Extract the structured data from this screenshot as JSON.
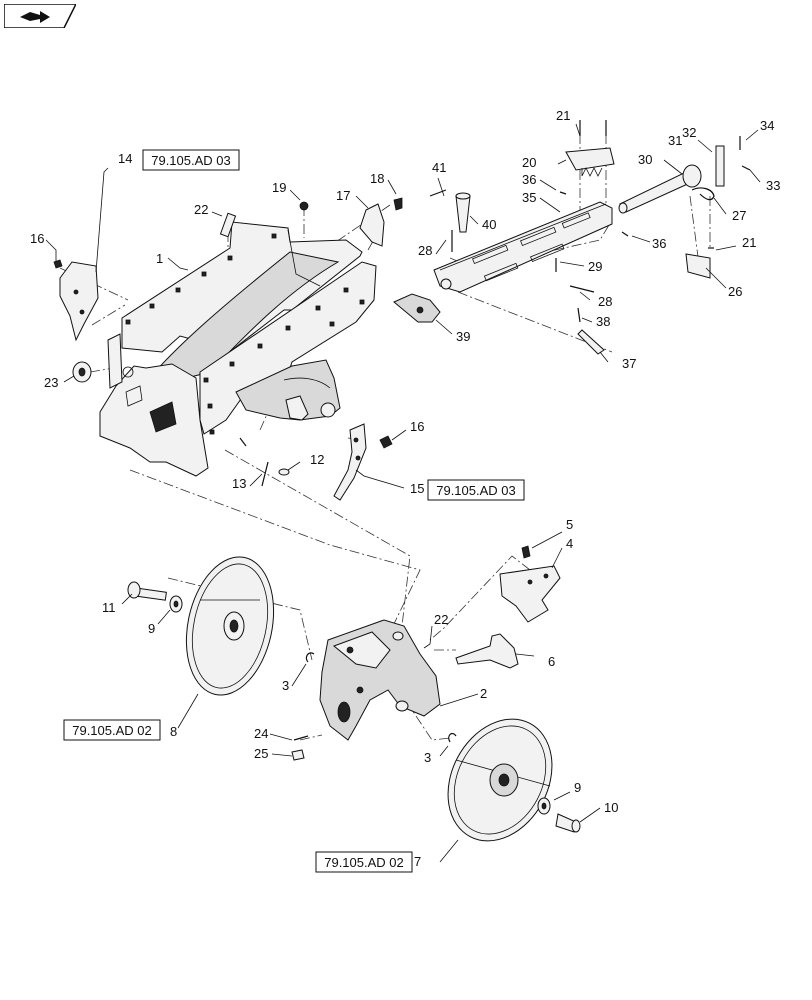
{
  "labels": {
    "l1": "1",
    "l2": "2",
    "l3a": "3",
    "l3b": "3",
    "l4": "4",
    "l5": "5",
    "l6": "6",
    "l7": "7",
    "l8": "8",
    "l9a": "9",
    "l9b": "9",
    "l10": "10",
    "l11": "11",
    "l12": "12",
    "l13": "13",
    "l14": "14",
    "l15": "15",
    "l16a": "16",
    "l16b": "16",
    "l17": "17",
    "l18": "18",
    "l19": "19",
    "l20": "20",
    "l21a": "21",
    "l21b": "21",
    "l22a": "22",
    "l22b": "22",
    "l23": "23",
    "l24": "24",
    "l25": "25",
    "l26": "26",
    "l27": "27",
    "l28a": "28",
    "l28b": "28",
    "l29": "29",
    "l30": "30",
    "l31": "31",
    "l32": "32",
    "l33": "33",
    "l34": "34",
    "l35": "35",
    "l36a": "36",
    "l36b": "36",
    "l37": "37",
    "l38": "38",
    "l39": "39",
    "l40": "40",
    "l41": "41"
  },
  "refs": {
    "r14": "79.105.AD 03",
    "r15": "79.105.AD 03",
    "r8": "79.105.AD 02",
    "r7": "79.105.AD 02"
  },
  "icons": {
    "nav": "arrow-right-icon"
  }
}
